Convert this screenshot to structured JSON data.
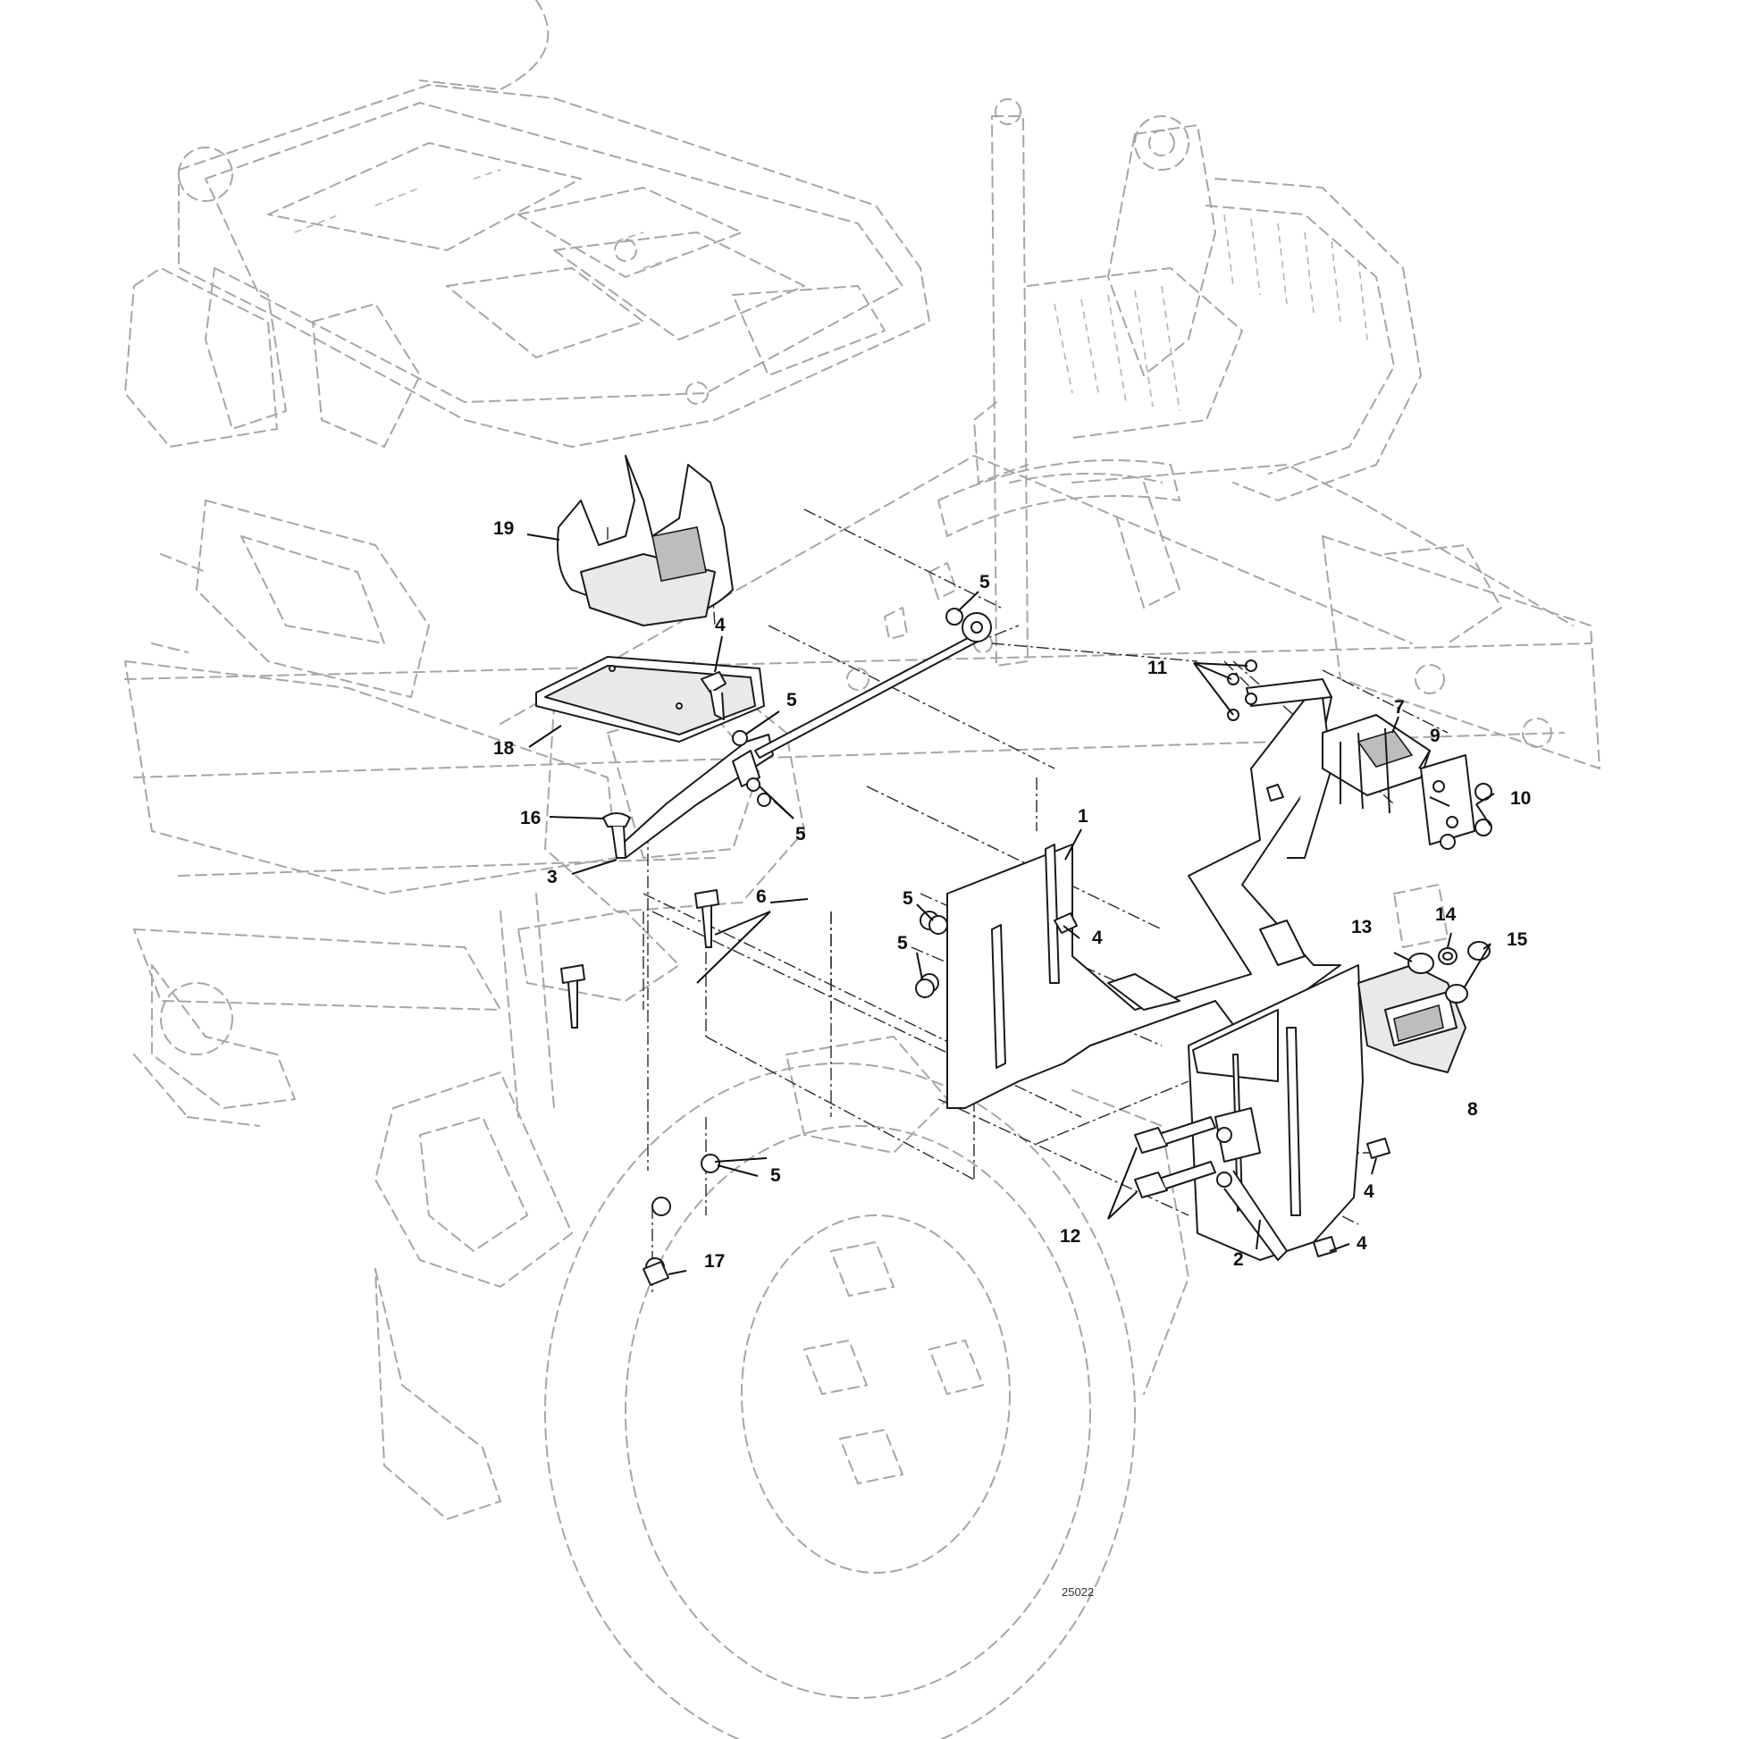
{
  "callouts": [
    {
      "id": "c1",
      "label": "1"
    },
    {
      "id": "c2",
      "label": "2"
    },
    {
      "id": "c3",
      "label": "3"
    },
    {
      "id": "c4a",
      "label": "4"
    },
    {
      "id": "c4b",
      "label": "4"
    },
    {
      "id": "c4c",
      "label": "4"
    },
    {
      "id": "c4d",
      "label": "4"
    },
    {
      "id": "c5a",
      "label": "5"
    },
    {
      "id": "c5b",
      "label": "5"
    },
    {
      "id": "c5c",
      "label": "5"
    },
    {
      "id": "c5d",
      "label": "5"
    },
    {
      "id": "c5e",
      "label": "5"
    },
    {
      "id": "c5f",
      "label": "5"
    },
    {
      "id": "c6",
      "label": "6"
    },
    {
      "id": "c7",
      "label": "7"
    },
    {
      "id": "c8",
      "label": "8"
    },
    {
      "id": "c9",
      "label": "9"
    },
    {
      "id": "c10",
      "label": "10"
    },
    {
      "id": "c11",
      "label": "11"
    },
    {
      "id": "c12",
      "label": "12"
    },
    {
      "id": "c13",
      "label": "13"
    },
    {
      "id": "c14",
      "label": "14"
    },
    {
      "id": "c15",
      "label": "15"
    },
    {
      "id": "c16",
      "label": "16"
    },
    {
      "id": "c17",
      "label": "17"
    },
    {
      "id": "c18",
      "label": "18"
    },
    {
      "id": "c19",
      "label": "19"
    }
  ],
  "drawing_number": "25022"
}
